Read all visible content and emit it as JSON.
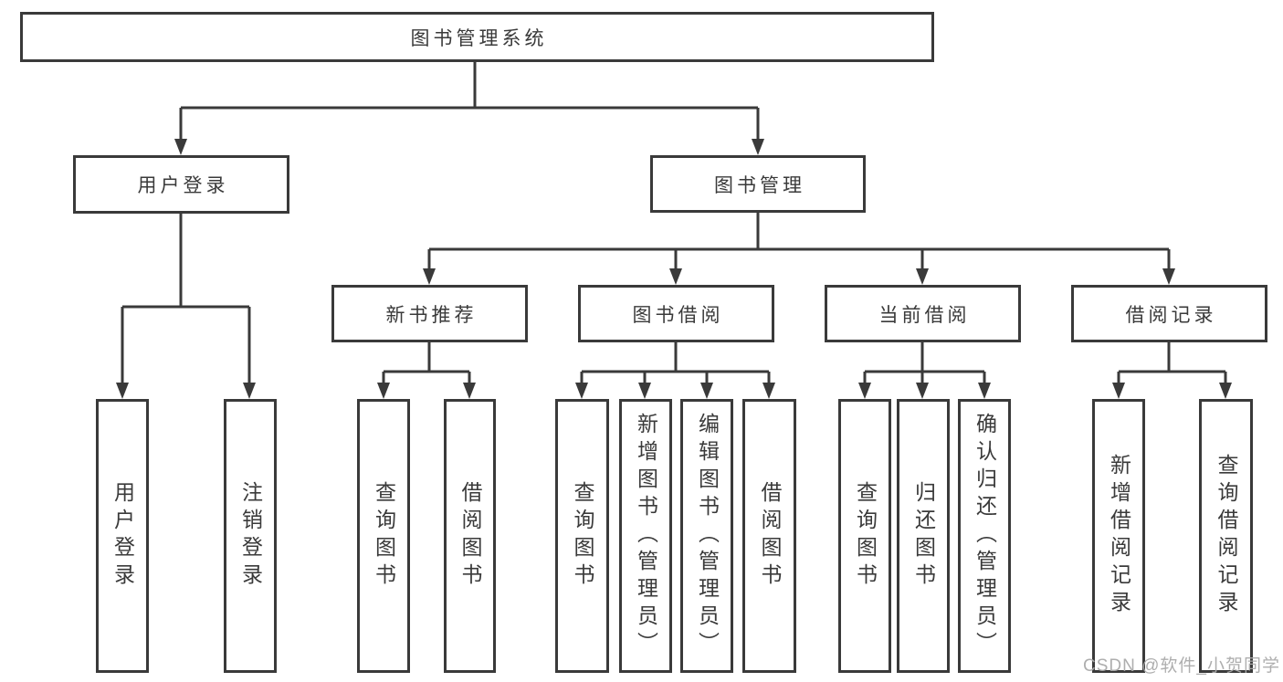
{
  "root": {
    "label": "图书管理系统"
  },
  "level2": [
    {
      "label": "用户登录",
      "parent": "图书管理系统"
    },
    {
      "label": "图书管理",
      "parent": "图书管理系统"
    }
  ],
  "level3": [
    {
      "label": "新书推荐",
      "parent": "图书管理"
    },
    {
      "label": "图书借阅",
      "parent": "图书管理"
    },
    {
      "label": "当前借阅",
      "parent": "图书管理"
    },
    {
      "label": "借阅记录",
      "parent": "图书管理"
    }
  ],
  "leaves": [
    {
      "label": "用户登录",
      "parent": "用户登录"
    },
    {
      "label": "注销登录",
      "parent": "用户登录"
    },
    {
      "label": "查询图书",
      "parent": "新书推荐"
    },
    {
      "label": "借阅图书",
      "parent": "新书推荐"
    },
    {
      "label": "查询图书",
      "parent": "图书借阅"
    },
    {
      "label": "新增图书（管理员）",
      "parent": "图书借阅"
    },
    {
      "label": "编辑图书（管理员）",
      "parent": "图书借阅"
    },
    {
      "label": "借阅图书",
      "parent": "图书借阅"
    },
    {
      "label": "查询图书",
      "parent": "当前借阅"
    },
    {
      "label": "归还图书",
      "parent": "当前借阅"
    },
    {
      "label": "确认归还（管理员）",
      "parent": "当前借阅"
    },
    {
      "label": "新增借阅记录",
      "parent": "借阅记录"
    },
    {
      "label": "查询借阅记录",
      "parent": "借阅记录"
    }
  ],
  "watermark": {
    "text": "CSDN @软件_小贺同学"
  },
  "colors": {
    "line": "#3a3a3a",
    "text": "#3a3a3a",
    "box_background": "#ffffff",
    "watermark": "#aaaaaa",
    "background": "#ffffff"
  }
}
